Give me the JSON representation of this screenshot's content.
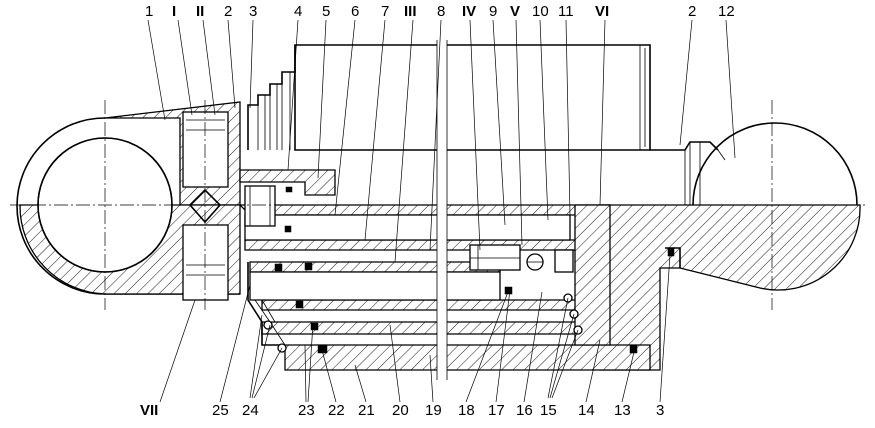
{
  "labels": {
    "top": [
      "1",
      "I",
      "II",
      "2",
      "3",
      "4",
      "5",
      "6",
      "7",
      "III",
      "8",
      "IV",
      "9",
      "V",
      "10",
      "11",
      "VI",
      "2",
      "12"
    ],
    "bottom": [
      "VII",
      "25",
      "24",
      "23",
      "22",
      "21",
      "20",
      "19",
      "18",
      "17",
      "16",
      "15",
      "14",
      "13",
      "3"
    ]
  },
  "colors": {
    "ink": "#000000",
    "paper": "#ffffff"
  }
}
